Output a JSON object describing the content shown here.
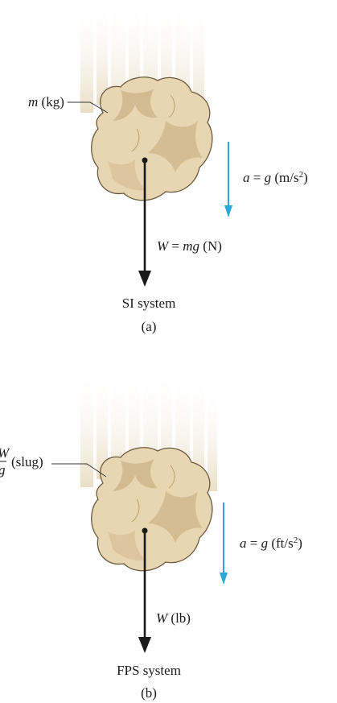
{
  "panel_a": {
    "mass_symbol": "m",
    "mass_unit": "(kg)",
    "accel_lhs": "a",
    "accel_eq": "=",
    "accel_g": "g",
    "accel_unit_open": "(m/s",
    "accel_unit_exp": "2",
    "accel_unit_close": ")",
    "weight_symbol": "W",
    "weight_eq": "=",
    "weight_expr": "mg",
    "weight_unit": "(N)",
    "system": "SI system",
    "tag": "(a)"
  },
  "panel_b": {
    "mass_frac_num": "W",
    "mass_frac_den": "g",
    "mass_unit": "(slug)",
    "accel_lhs": "a",
    "accel_eq": "=",
    "accel_g": "g",
    "accel_unit_open": "(ft/s",
    "accel_unit_exp": "2",
    "accel_unit_close": ")",
    "weight_symbol": "W",
    "weight_unit": "(lb)",
    "system": "FPS system",
    "tag": "(b)"
  },
  "colors": {
    "rock_fill": "#e8d6b2",
    "rock_shade": "#cdb488",
    "rock_outline": "#6b5a3e",
    "motion_streak": "#efe3cc",
    "accel_arrow": "#29a8d8",
    "weight_arrow": "#1a1a1a"
  }
}
